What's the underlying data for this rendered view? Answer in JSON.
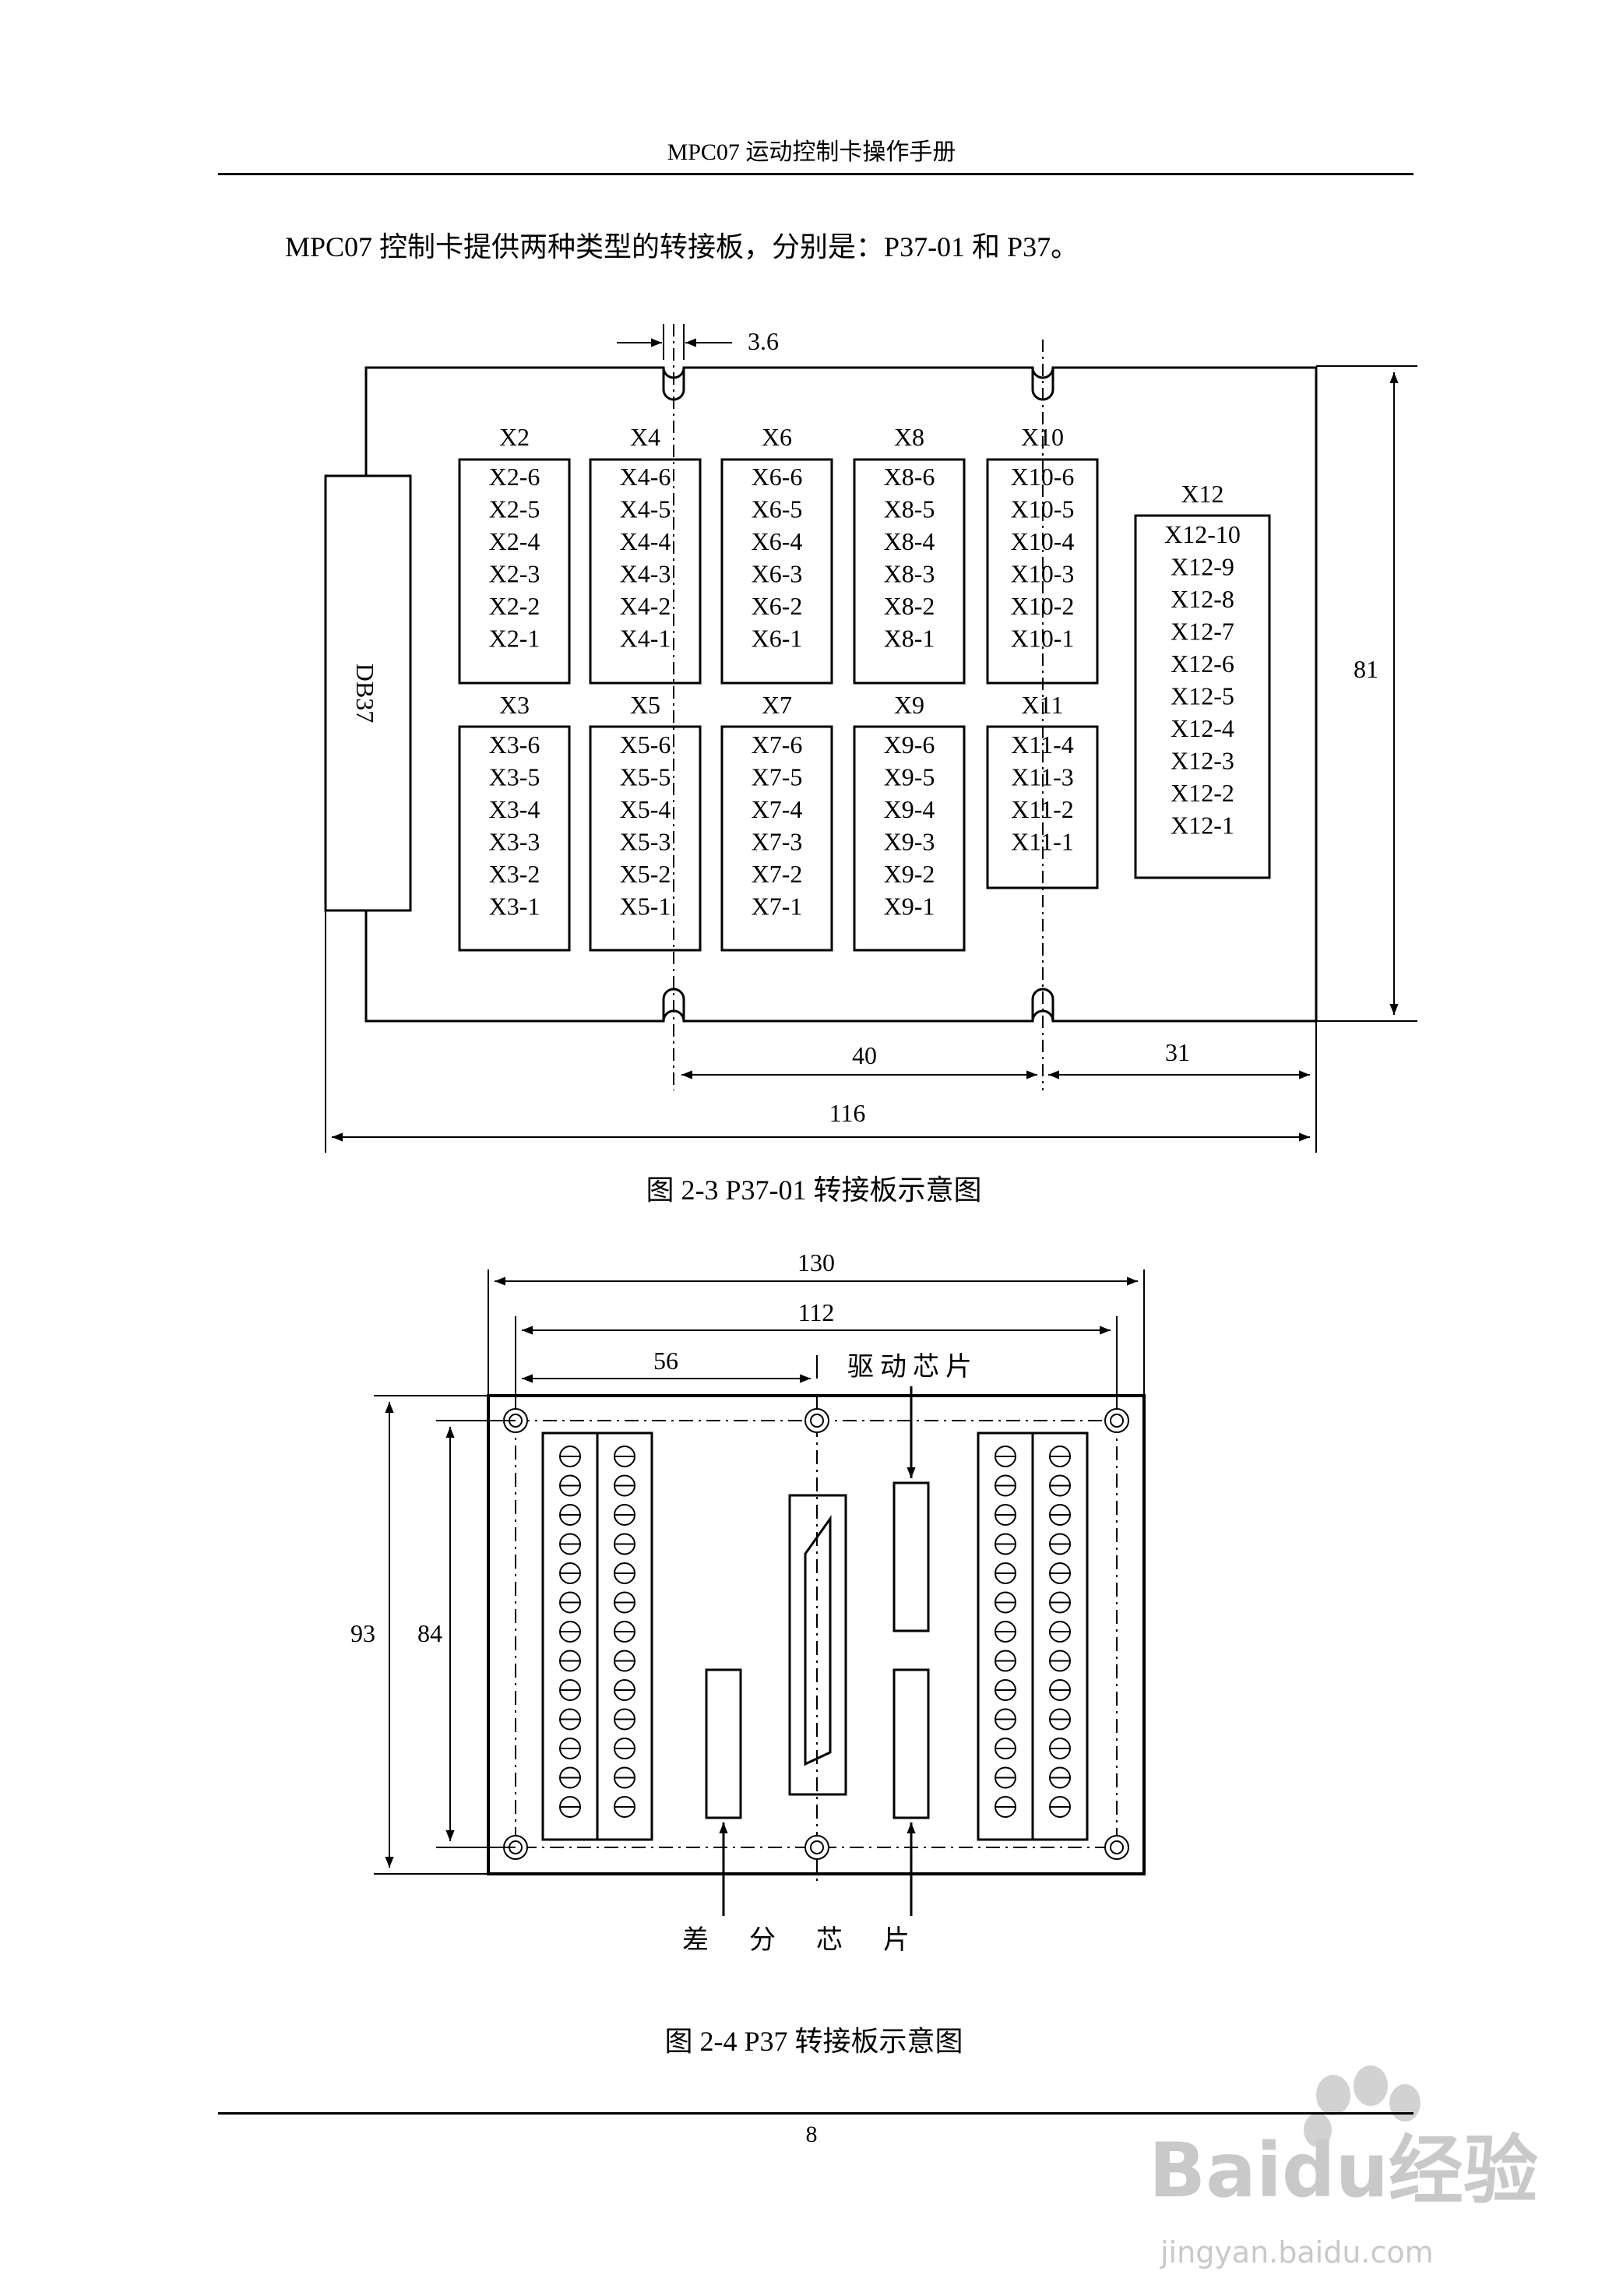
{
  "header": {
    "title": "MPC07 运动控制卡操作手册"
  },
  "intro": "MPC07 控制卡提供两种类型的转接板，分别是：P37-01 和 P37。",
  "figure1": {
    "caption": "图 2-3 P37-01 转接板示意图",
    "connector": "DB37",
    "groups": [
      {
        "name": "X2",
        "pins": [
          "X2-6",
          "X2-5",
          "X2-4",
          "X2-3",
          "X2-2",
          "X2-1"
        ]
      },
      {
        "name": "X4",
        "pins": [
          "X4-6",
          "X4-5",
          "X4-4",
          "X4-3",
          "X4-2",
          "X4-1"
        ]
      },
      {
        "name": "X6",
        "pins": [
          "X6-6",
          "X6-5",
          "X6-4",
          "X6-3",
          "X6-2",
          "X6-1"
        ]
      },
      {
        "name": "X8",
        "pins": [
          "X8-6",
          "X8-5",
          "X8-4",
          "X8-3",
          "X8-2",
          "X8-1"
        ]
      },
      {
        "name": "X10",
        "pins": [
          "X10-6",
          "X10-5",
          "X10-4",
          "X10-3",
          "X10-2",
          "X10-1"
        ]
      },
      {
        "name": "X3",
        "pins": [
          "X3-6",
          "X3-5",
          "X3-4",
          "X3-3",
          "X3-2",
          "X3-1"
        ]
      },
      {
        "name": "X5",
        "pins": [
          "X5-6",
          "X5-5",
          "X5-4",
          "X5-3",
          "X5-2",
          "X5-1"
        ]
      },
      {
        "name": "X7",
        "pins": [
          "X7-6",
          "X7-5",
          "X7-4",
          "X7-3",
          "X7-2",
          "X7-1"
        ]
      },
      {
        "name": "X9",
        "pins": [
          "X9-6",
          "X9-5",
          "X9-4",
          "X9-3",
          "X9-2",
          "X9-1"
        ]
      },
      {
        "name": "X11",
        "pins": [
          "X11-4",
          "X11-3",
          "X11-2",
          "X11-1"
        ]
      },
      {
        "name": "X12",
        "pins": [
          "X12-10",
          "X12-9",
          "X12-8",
          "X12-7",
          "X12-6",
          "X12-5",
          "X12-4",
          "X12-3",
          "X12-2",
          "X12-1"
        ]
      }
    ],
    "dimensions": {
      "slot": "3.6",
      "height": "81",
      "hole_spacing": "40",
      "right_margin": "31",
      "width": "116"
    }
  },
  "figure2": {
    "caption": "图 2-4 P37 转接板示意图",
    "driver_chip": "驱动芯片",
    "diff_chip": "差分芯片",
    "dimensions": {
      "width": "130",
      "hole_span": "112",
      "half": "56",
      "height": "93",
      "hole_height": "84"
    },
    "terminal_rows": 13
  },
  "watermark": {
    "brand": "Baidu经验",
    "url": "jingyan.baidu.com"
  },
  "footer": {
    "page_number": "8"
  }
}
